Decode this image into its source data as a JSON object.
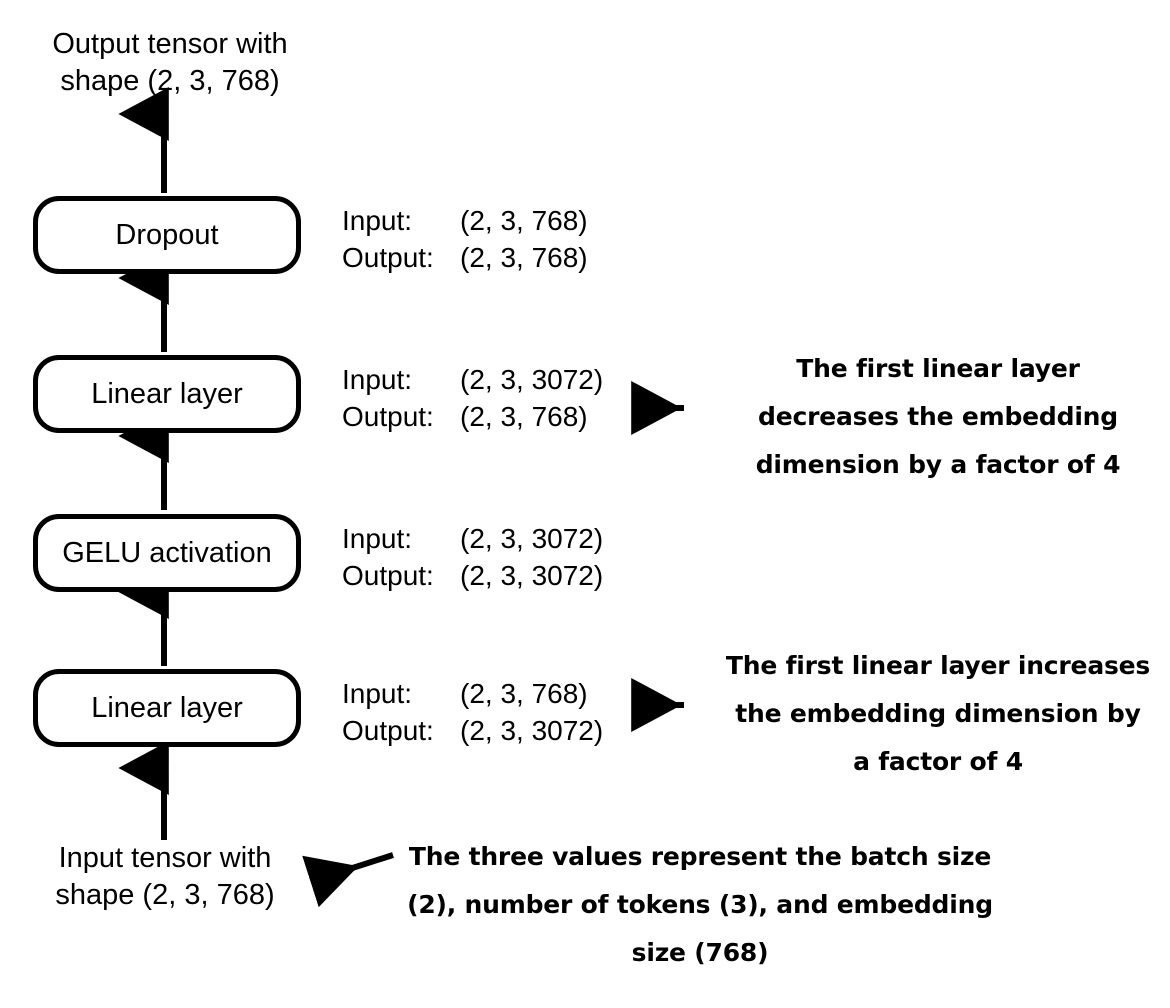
{
  "diagram": {
    "title_text": "Output tensor with\nshape (2, 3, 768)",
    "input_text": "Input tensor with\nshape (2, 3, 768)",
    "stroke_color": "#000000",
    "background_color": "#ffffff",
    "nodes": [
      {
        "id": "dropout",
        "label": "Dropout"
      },
      {
        "id": "linear-2",
        "label": "Linear layer"
      },
      {
        "id": "gelu",
        "label": "GELU activation"
      },
      {
        "id": "linear-1",
        "label": "Linear layer"
      }
    ],
    "io_specs": [
      {
        "for": "dropout",
        "input_key": "Input:",
        "input_value": "(2, 3, 768)",
        "output_key": "Output:",
        "output_value": "(2, 3, 768)"
      },
      {
        "for": "linear-2",
        "input_key": "Input:",
        "input_value": "(2, 3, 3072)",
        "output_key": "Output:",
        "output_value": "(2, 3, 768)"
      },
      {
        "for": "gelu",
        "input_key": "Input:",
        "input_value": "(2, 3, 3072)",
        "output_key": "Output:",
        "output_value": "(2, 3, 3072)"
      },
      {
        "for": "linear-1",
        "input_key": "Input:",
        "input_value": "(2, 3, 768)",
        "output_key": "Output:",
        "output_value": "(2, 3, 3072)"
      }
    ],
    "annotations": [
      {
        "id": "annotation-decrease",
        "text": "The first linear layer decreases the embedding dimension by a factor of 4"
      },
      {
        "id": "annotation-increase",
        "text": "The first linear layer increases the embedding dimension by a factor of 4"
      },
      {
        "id": "annotation-shape-meaning",
        "text": "The three values represent the batch size (2), number of tokens (3), and embedding size (768)"
      }
    ]
  }
}
